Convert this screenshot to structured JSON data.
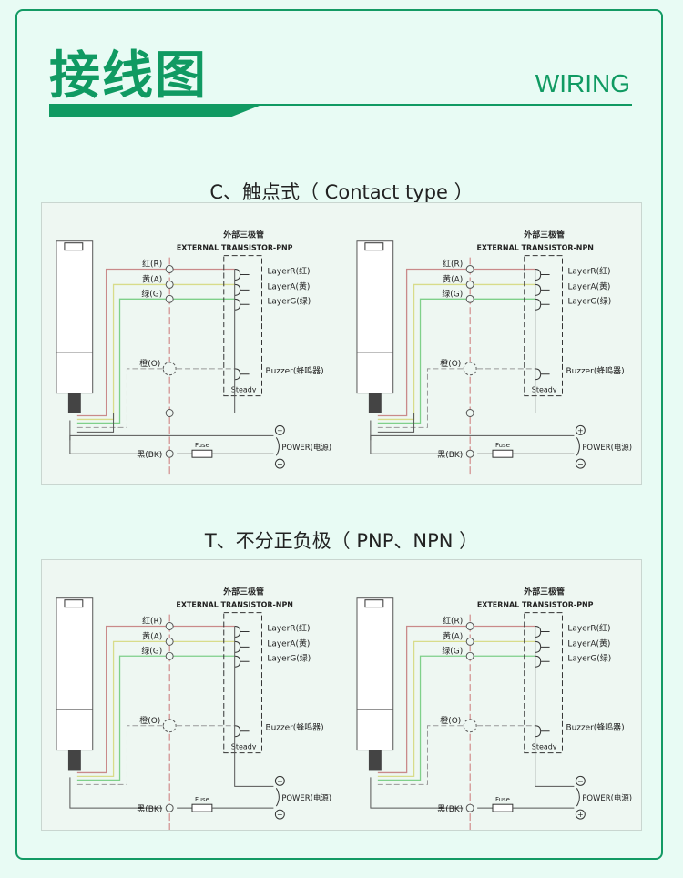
{
  "header": {
    "title": "接线图",
    "subtitle": "WIRING"
  },
  "sections": [
    {
      "heading": "C、触点式（ Contact type ）",
      "diagrams": [
        {
          "title_cn": "外部三极管",
          "title_en": "EXTERNAL TRANSISTOR-PNP",
          "wires": [
            "红(R)",
            "黄(A)",
            "绿(G)"
          ],
          "orange": "橙(O)",
          "black": "黑(BK)",
          "layers": [
            "LayerR(红)",
            "LayerA(黄)",
            "LayerG(绿)"
          ],
          "buzzer": "Buzzer(蜂鸣器)",
          "steady": "Steady",
          "fuse": "Fuse",
          "power": "POWER(电源)",
          "plus": "+",
          "minus": "−",
          "variant": "contact"
        },
        {
          "title_cn": "外部三极管",
          "title_en": "EXTERNAL TRANSISTOR-NPN",
          "wires": [
            "红(R)",
            "黄(A)",
            "绿(G)"
          ],
          "orange": "橙(O)",
          "black": "黑(BK)",
          "layers": [
            "LayerR(红)",
            "LayerA(黄)",
            "LayerG(绿)"
          ],
          "buzzer": "Buzzer(蜂鸣器)",
          "steady": "Steady",
          "fuse": "Fuse",
          "power": "POWER(电源)",
          "plus": "+",
          "minus": "−",
          "variant": "contact"
        }
      ]
    },
    {
      "heading": "T、不分正负极（ PNP、NPN ）",
      "diagrams": [
        {
          "title_cn": "外部三极管",
          "title_en": "EXTERNAL TRANSISTOR-NPN",
          "wires": [
            "红(R)",
            "黄(A)",
            "绿(G)"
          ],
          "orange": "橙(O)",
          "black": "黑(BK)",
          "layers": [
            "LayerR(红)",
            "LayerA(黄)",
            "LayerG(绿)"
          ],
          "buzzer": "Buzzer(蜂鸣器)",
          "steady": "Steady",
          "fuse": "Fuse",
          "power": "POWER(电源)",
          "plus": "+",
          "minus": "−",
          "variant": "t"
        },
        {
          "title_cn": "外部三极管",
          "title_en": "EXTERNAL TRANSISTOR-PNP",
          "wires": [
            "红(R)",
            "黄(A)",
            "绿(G)"
          ],
          "orange": "橙(O)",
          "black": "黑(BK)",
          "layers": [
            "LayerR(红)",
            "LayerA(黄)",
            "LayerG(绿)"
          ],
          "buzzer": "Buzzer(蜂鸣器)",
          "steady": "Steady",
          "fuse": "Fuse",
          "power": "POWER(电源)",
          "plus": "+",
          "minus": "−",
          "variant": "t"
        }
      ]
    }
  ],
  "colors": {
    "accent": "#109a62",
    "red": "#c98a8a",
    "yellow": "#d8dc8a",
    "green": "#7fd08a",
    "gray": "#777777"
  }
}
